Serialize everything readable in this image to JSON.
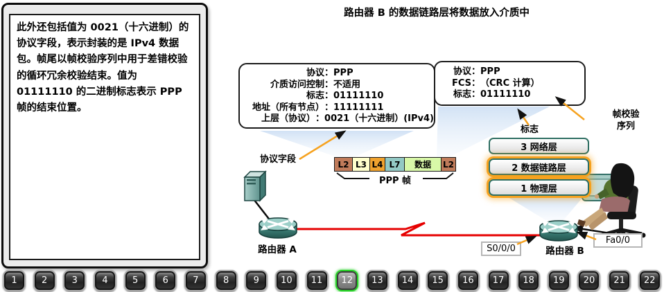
{
  "title": "路由器 B 的数据链路层将数据放入介质中",
  "sidebar_text": "此外还包括值为 0021（十六进制）的协议字段，表示封装的是 IPv4 数据包。帧尾以帧校验序列中用于差错校验的循环冗余校验结束。值为 01111110 的二进制标志表示 PPP 帧的结束位置。",
  "callout_left": {
    "rows": [
      {
        "label": "协议",
        "value": "PPP"
      },
      {
        "label": "介质访问控制",
        "value": "不适用"
      },
      {
        "label": "标志",
        "value": "01111110"
      },
      {
        "label": "地址（所有节点）",
        "value": "11111111"
      },
      {
        "label": "上层（协议）",
        "value": "0021（十六进制）(IPv4)"
      }
    ]
  },
  "callout_right": {
    "rows": [
      {
        "label": "协议",
        "value": "PPP"
      },
      {
        "label": "FCS",
        "value": "（CRC 计算）"
      },
      {
        "label": "标志",
        "value": "01111110"
      }
    ]
  },
  "annotations": {
    "protocol_field": "协议字段",
    "flag": "标志",
    "fcs_line1": "帧校验",
    "fcs_line2": "序列"
  },
  "frame": {
    "caption": "PPP 帧",
    "blocks": [
      {
        "text": "L2",
        "color": "#c07b5a"
      },
      {
        "text": "L3",
        "color": "#ffffcc"
      },
      {
        "text": "L4",
        "color": "#f0a22e"
      },
      {
        "text": "L7",
        "color": "#93c9c4"
      },
      {
        "text": "数据",
        "color": "#d8f8a8"
      },
      {
        "text": "L2",
        "color": "#c07b5a"
      }
    ]
  },
  "layers": [
    {
      "label": "3 网络层",
      "highlighted": false
    },
    {
      "label": "2 数据链路层",
      "highlighted": true
    },
    {
      "label": "1 物理层",
      "highlighted": true
    }
  ],
  "devices": {
    "router_a_label": "路由器 A",
    "router_b_label": "路由器 B",
    "serial_port_label": "S0/0/0",
    "fast_port_label": "Fa0/0"
  },
  "nav": {
    "active": "12",
    "buttons": [
      "1",
      "2",
      "3",
      "4",
      "5",
      "6",
      "7",
      "8",
      "9",
      "10",
      "11",
      "12",
      "13",
      "14",
      "15",
      "16",
      "17",
      "18",
      "19",
      "20",
      "21",
      "22"
    ]
  },
  "colors": {
    "accent_orange": "#f6a21f",
    "highlight_green": "#28d228",
    "link_red": "#e60000",
    "teal_border": "#2e6e62",
    "beam_blue": "#a9c8ec"
  }
}
